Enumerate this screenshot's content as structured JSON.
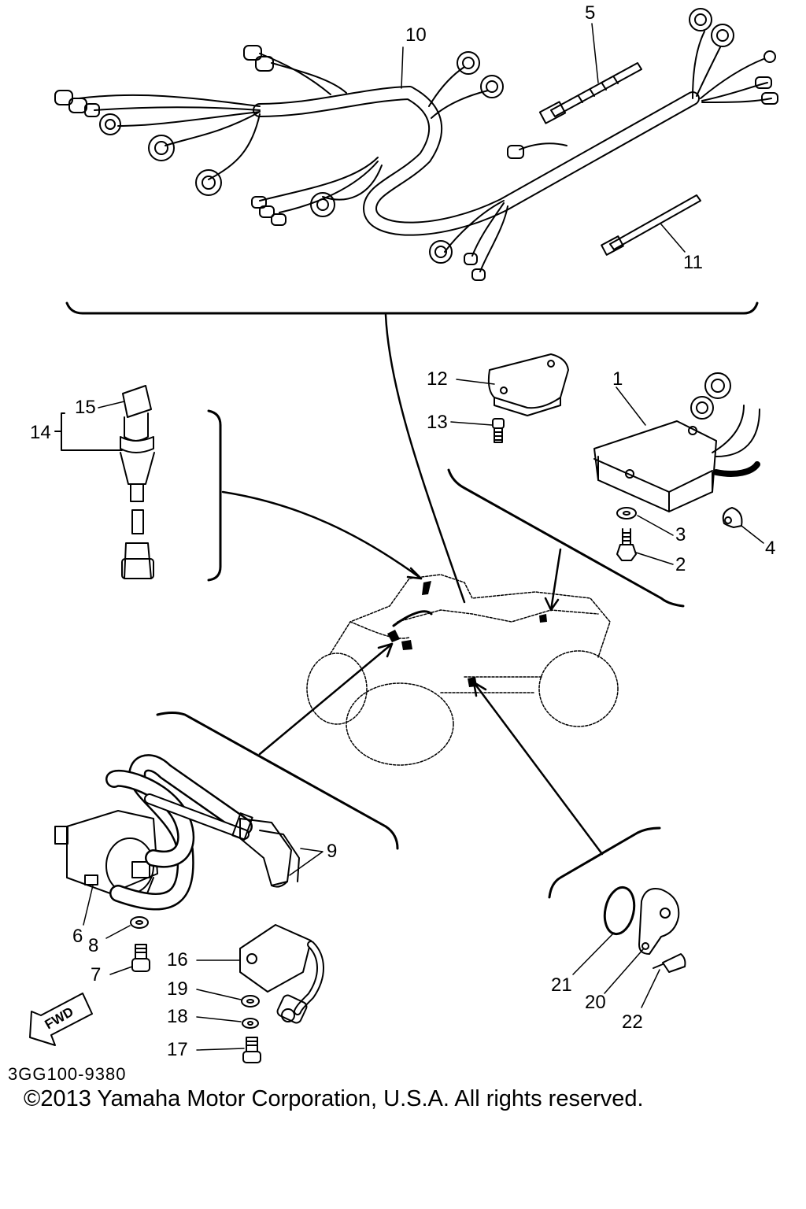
{
  "callouts": [
    {
      "id": "p1",
      "text": "1"
    },
    {
      "id": "p2",
      "text": "2"
    },
    {
      "id": "p3",
      "text": "3"
    },
    {
      "id": "p4",
      "text": "4"
    },
    {
      "id": "p5",
      "text": "5"
    },
    {
      "id": "p6",
      "text": "6"
    },
    {
      "id": "p7",
      "text": "7"
    },
    {
      "id": "p8",
      "text": "8"
    },
    {
      "id": "p9",
      "text": "9"
    },
    {
      "id": "p10",
      "text": "10"
    },
    {
      "id": "p11",
      "text": "11"
    },
    {
      "id": "p12",
      "text": "12"
    },
    {
      "id": "p13",
      "text": "13"
    },
    {
      "id": "p14",
      "text": "14"
    },
    {
      "id": "p15",
      "text": "15"
    },
    {
      "id": "p16",
      "text": "16"
    },
    {
      "id": "p17",
      "text": "17"
    },
    {
      "id": "p18",
      "text": "18"
    },
    {
      "id": "p19",
      "text": "19"
    },
    {
      "id": "p20",
      "text": "20"
    },
    {
      "id": "p21",
      "text": "21"
    },
    {
      "id": "p22",
      "text": "22"
    }
  ],
  "fwd_label": "FWD",
  "diagram_code": "3GG100-9380",
  "copyright": "©2013 Yamaha Motor Corporation, U.S.A. All rights reserved."
}
